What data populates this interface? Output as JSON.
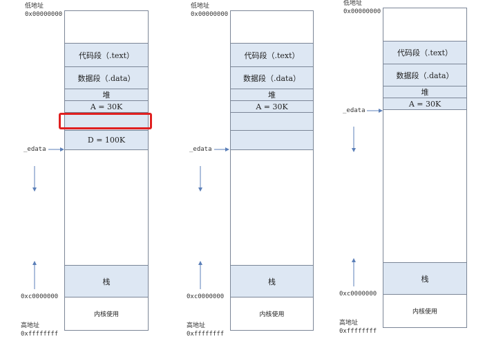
{
  "columns": [
    {
      "low_addr_label": "低地址",
      "low_addr_value": "0x00000000",
      "edata_label": "_edata",
      "kernel_addr_value": "0xc0000000",
      "high_addr_label": "高地址",
      "high_addr_value": "0xffffffff",
      "rows": {
        "text": "代码段（.text）",
        "data": "数据段（.data）",
        "heap": "堆",
        "a": "A = 30K",
        "gap": "",
        "d": "D = 100K",
        "stack": "栈",
        "kernel": "内核使用"
      }
    },
    {
      "low_addr_label": "低地址",
      "low_addr_value": "0x00000000",
      "edata_label": "_edata",
      "kernel_addr_value": "0xc0000000",
      "high_addr_label": "高地址",
      "high_addr_value": "0xffffffff",
      "rows": {
        "text": "代码段（.text）",
        "data": "数据段（.data）",
        "heap": "堆",
        "a": "A = 30K",
        "stack": "栈",
        "kernel": "内核使用"
      }
    },
    {
      "low_addr_label": "低地址",
      "low_addr_value": "0x00000000",
      "edata_label": "_edata",
      "kernel_addr_value": "0xc0000000",
      "high_addr_label": "高地址",
      "high_addr_value": "0xffffffff",
      "rows": {
        "text": "代码段（.text）",
        "data": "数据段（.data）",
        "heap": "堆",
        "a": "A = 30K",
        "stack": "栈",
        "kernel": "内核使用"
      }
    }
  ],
  "colors": {
    "border": "#7a8596",
    "shade": "#dde7f3",
    "highlight": "#e02020",
    "arrow": "#5b7fb8"
  }
}
